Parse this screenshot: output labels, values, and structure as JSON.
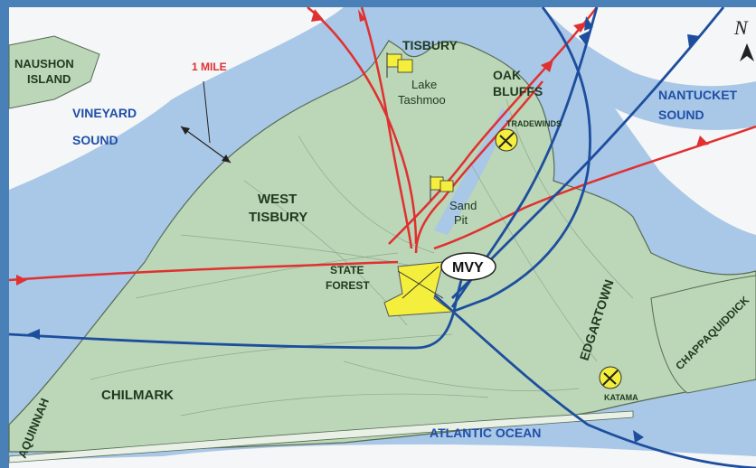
{
  "map": {
    "colors": {
      "frame": "#4a80b8",
      "water": "#a9c7e6",
      "land": "#bcd6b8",
      "open_white": "#f4f6f8",
      "route_red": "#e03030",
      "route_blue": "#1d4e9e",
      "airport": "#f4ee3c"
    },
    "compass": {
      "letter": "N"
    },
    "labels": {
      "naushon": [
        "NAUSHON",
        "ISLAND"
      ],
      "vineyard_sound": [
        "VINEYARD",
        "SOUND"
      ],
      "one_mile": "1 MILE",
      "tisbury": "TISBURY",
      "lake_tashmoo": [
        "Lake",
        "Tashmoo"
      ],
      "oak_bluffs": [
        "OAK",
        "BLUFFS"
      ],
      "tradewinds": "TRADEWINDS",
      "nantucket_sound": [
        "NANTUCKET",
        "SOUND"
      ],
      "west_tisbury": [
        "WEST",
        "TISBURY"
      ],
      "sand_pit": [
        "Sand",
        "Pit"
      ],
      "state_forest": [
        "STATE",
        "FOREST"
      ],
      "mvy": "MVY",
      "edgartown": "EDGARTOWN",
      "chappaquiddick": "CHAPPAQUIDDICK",
      "chilmark": "CHILMARK",
      "aquinnah": "AQUINNAH",
      "katama": "KATAMA",
      "atlantic_ocean": "ATLANTIC OCEAN"
    },
    "icons": [
      "compass-arrow-icon",
      "heliport-flag-icon",
      "airfield-plane-icon",
      "airport-runway-icon"
    ]
  }
}
